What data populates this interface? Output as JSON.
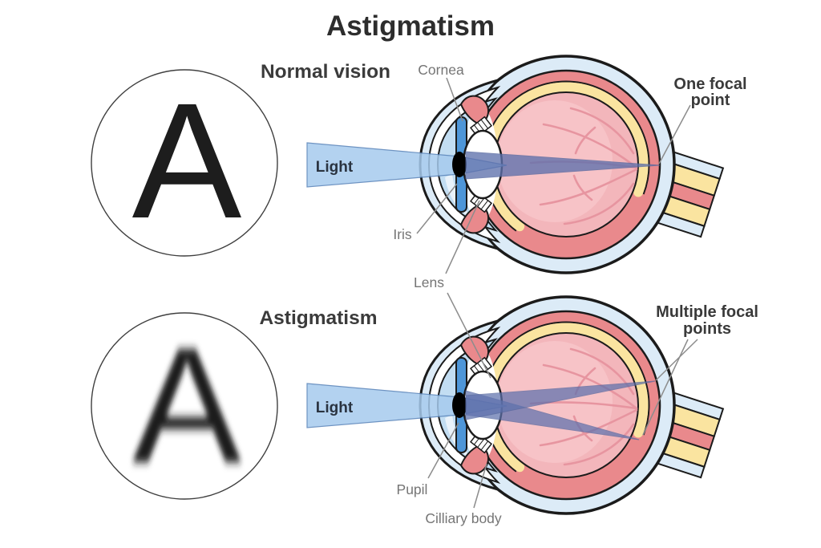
{
  "title": "Astigmatism",
  "sections": {
    "normal": {
      "label": "Normal vision",
      "letter": "A",
      "light": "Light",
      "focal_line1": "One focal",
      "focal_line2": "point"
    },
    "astigmatism": {
      "label": "Astigmatism",
      "letter": "A",
      "light": "Light",
      "focal_line1": "Multiple focal",
      "focal_line2": "points"
    }
  },
  "anatomy": {
    "cornea": "Cornea",
    "iris": "Iris",
    "lens": "Lens",
    "pupil": "Pupil",
    "ciliary_body": "Cilliary body"
  },
  "colors": {
    "sclera": "#DCEBF7",
    "choroid": "#E9898C",
    "retina_yellow": "#FAE4A0",
    "vitreous": "#F3B6BB",
    "vitreous_light": "#F7C3C7",
    "vessel": "#E795A0",
    "iris_blue": "#4E96D8",
    "anterior_chamber": "#C2DDF2",
    "cornea_highlight": "#E9F2FA",
    "light_beam": "#A6CBEE",
    "focused_ray": "#5E71AD",
    "outline": "#1b1b1b",
    "label_gray": "#757575",
    "label_dark": "#3a3a3a"
  }
}
